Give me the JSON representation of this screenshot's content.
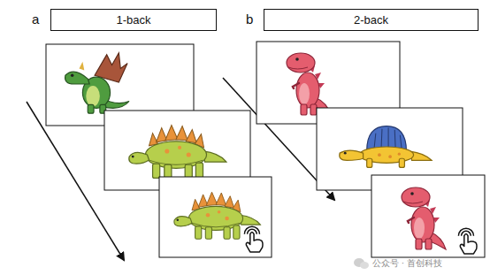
{
  "diagram": {
    "nodes": [
      {
        "text": [
          "1-back"
        ]
      },
      {
        "text": [
          "2-back"
        ]
      }
    ],
    "labels": [
      "a",
      "b",
      "公众号 · 首创科技"
    ]
  }
}
